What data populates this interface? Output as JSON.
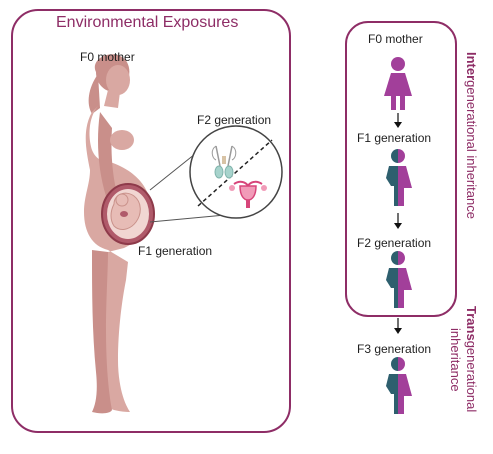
{
  "title": "Environmental Exposures",
  "mother_label": "F0 mother",
  "f2_label": "F2 generation",
  "f1_label": "F1 generation",
  "right_panel": {
    "generations": [
      {
        "label": "F0 mother",
        "figure": "female-icon"
      },
      {
        "label": "F1 generation",
        "figure": "male-female-icon"
      },
      {
        "label": "F2 generation",
        "figure": "male-female-icon"
      },
      {
        "label": "F3 generation",
        "figure": "male-female-icon"
      }
    ],
    "intergenerational_prefix": "Inter",
    "intergenerational_rest": "generational inheritance",
    "transgenerational_prefix": "Trans",
    "transgenerational_rest": "generational",
    "transgenerational_line2": "inheritance"
  },
  "colors": {
    "border": "#8e2d66",
    "skin": "#d9a8a2",
    "skin_dark": "#c98f8a",
    "female": "#a23f9a",
    "male": "#2e5f6e",
    "text_accent": "#8e2d66"
  }
}
